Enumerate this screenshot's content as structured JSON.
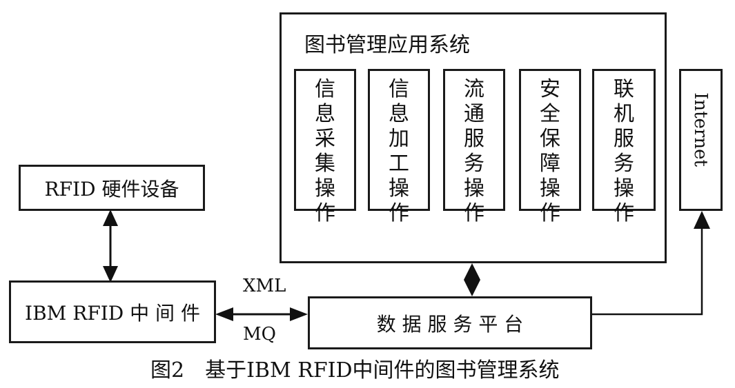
{
  "diagram": {
    "app_system": {
      "title": "图书管理应用系统",
      "modules": [
        {
          "label": "信息采集操作"
        },
        {
          "label": "信息加工操作"
        },
        {
          "label": "流通服务操作"
        },
        {
          "label": "安全保障操作"
        },
        {
          "label": "联机服务操作"
        }
      ]
    },
    "internet": {
      "label": "Internet"
    },
    "rfid_hardware": {
      "label": "RFID 硬件设备"
    },
    "middleware": {
      "label": "IBM RFID 中 间 件"
    },
    "data_platform": {
      "label": "数 据 服 务 平 台"
    },
    "link_labels": {
      "top": "XML",
      "bottom": "MQ"
    },
    "caption": "图2　基于IBM RFID中间件的图书管理系统"
  }
}
